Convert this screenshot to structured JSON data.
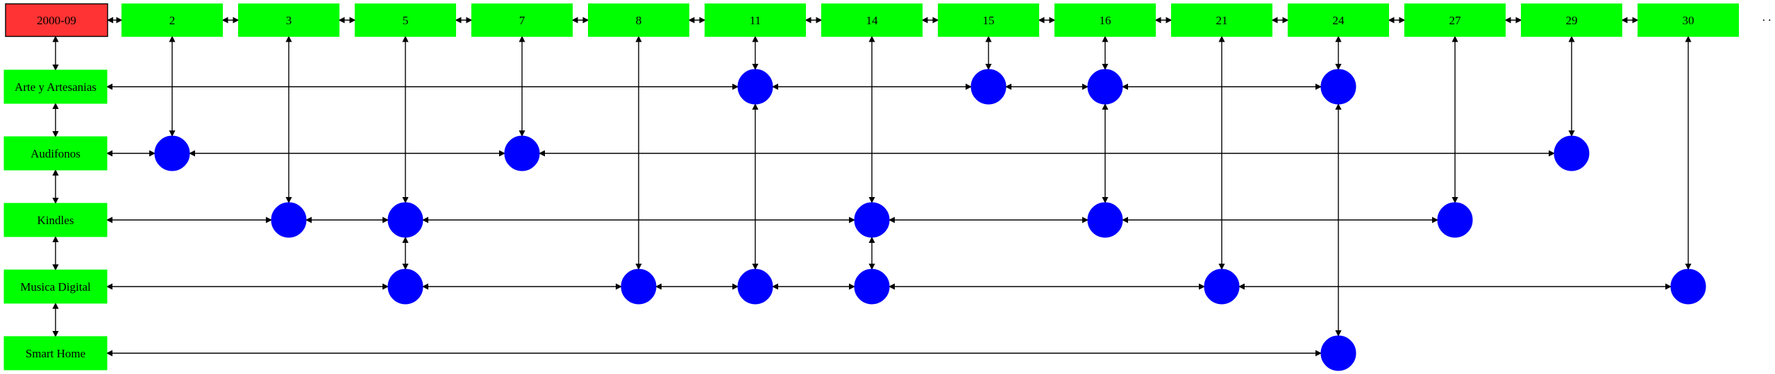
{
  "period_label": "2000-09",
  "days": [
    "2",
    "3",
    "5",
    "7",
    "8",
    "11",
    "14",
    "15",
    "16",
    "21",
    "24",
    "27",
    "29",
    "30"
  ],
  "ellipsis": ". .",
  "categories": [
    "Arte y Artesanias",
    "Audifonos",
    "Kindles",
    "Musica Digital",
    "Smart Home"
  ],
  "nodes": {
    "Arte y Artesanias": [
      "11",
      "15",
      "16",
      "24"
    ],
    "Audifonos": [
      "2",
      "7",
      "29"
    ],
    "Kindles": [
      "3",
      "5",
      "14",
      "16",
      "27"
    ],
    "Musica Digital": [
      "5",
      "8",
      "11",
      "14",
      "21",
      "30"
    ],
    "Smart Home": [
      "24"
    ]
  },
  "colors": {
    "period_fill": "#ff3333",
    "day_fill": "#00ff00",
    "category_fill": "#00ff00",
    "node_fill": "#0000ff",
    "edge": "#000000"
  }
}
